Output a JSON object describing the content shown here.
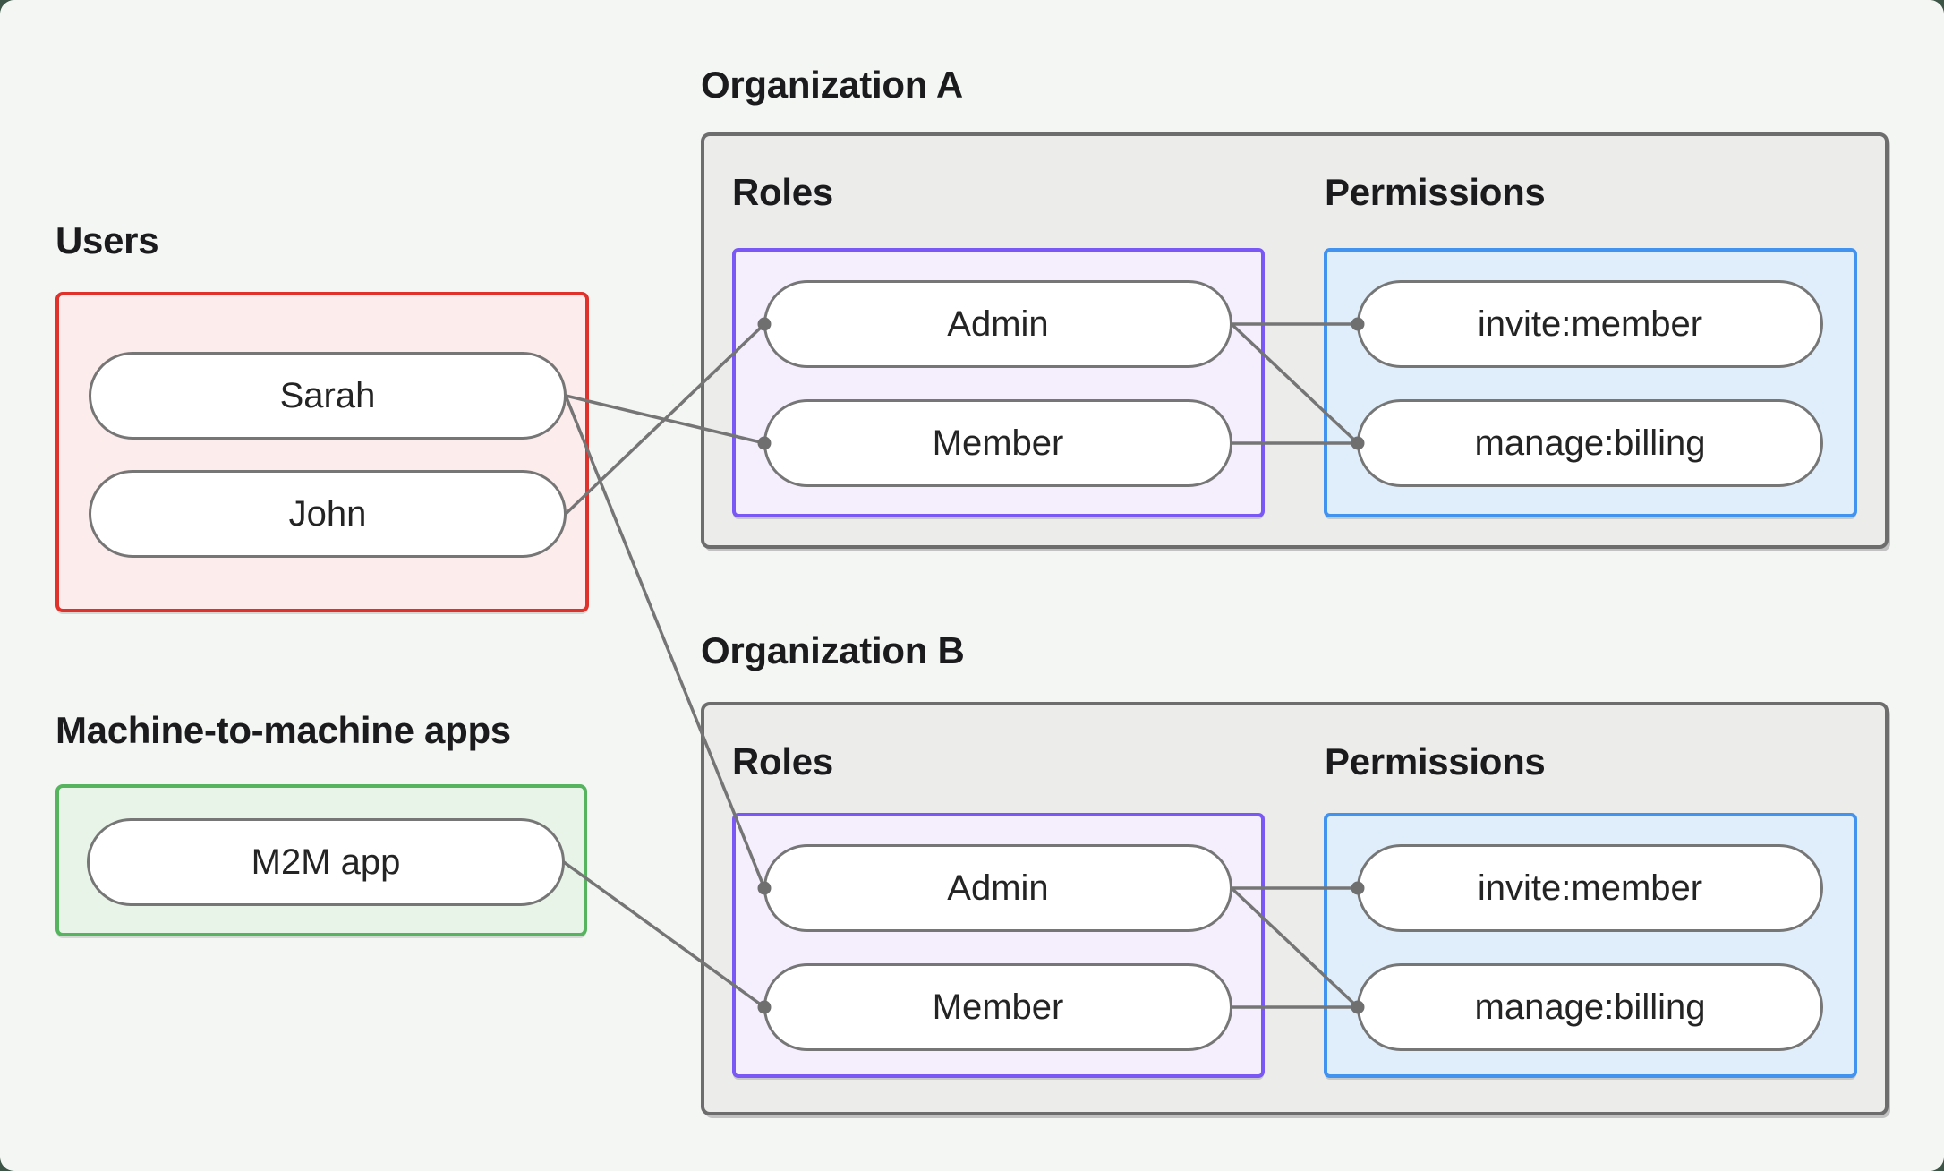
{
  "colors": {
    "page_background": "#3c5546",
    "panel_background": "#f4f6f4",
    "heading_text": "#1b1b1d",
    "pill_text": "#242424",
    "pill_border": "#767676",
    "connector": "#757575",
    "users_border": "#e0312a",
    "users_fill": "#fceceb",
    "m2m_border": "#56b45f",
    "m2m_fill": "#e9f4e9",
    "org_border": "#6d6d6d",
    "org_fill": "#ececeb",
    "roles_border": "#7a58f6",
    "roles_fill": "#f4eefd",
    "permissions_border": "#4292f0",
    "permissions_fill": "#e0eefb"
  },
  "users_group": {
    "title": "Users",
    "items": [
      {
        "id": "sarah",
        "label": "Sarah"
      },
      {
        "id": "john",
        "label": "John"
      }
    ]
  },
  "m2m_group": {
    "title": "Machine-to-machine apps",
    "items": [
      {
        "id": "m2m",
        "label": "M2M app"
      }
    ]
  },
  "org_a": {
    "title": "Organization A",
    "roles_label": "Roles",
    "permissions_label": "Permissions",
    "roles": [
      {
        "id": "a-admin",
        "label": "Admin"
      },
      {
        "id": "a-member",
        "label": "Member"
      }
    ],
    "permissions": [
      {
        "id": "a-invite",
        "label": "invite:member"
      },
      {
        "id": "a-manage",
        "label": "manage:billing"
      }
    ]
  },
  "org_b": {
    "title": "Organization B",
    "roles_label": "Roles",
    "permissions_label": "Permissions",
    "roles": [
      {
        "id": "b-admin",
        "label": "Admin"
      },
      {
        "id": "b-member",
        "label": "Member"
      }
    ],
    "permissions": [
      {
        "id": "b-invite",
        "label": "invite:member"
      },
      {
        "id": "b-manage",
        "label": "manage:billing"
      }
    ]
  },
  "edges": [
    {
      "from": "sarah",
      "to": "a-member"
    },
    {
      "from": "john",
      "to": "a-admin"
    },
    {
      "from": "sarah",
      "to": "b-admin"
    },
    {
      "from": "m2m",
      "to": "b-member"
    },
    {
      "from": "a-admin",
      "to": "a-invite"
    },
    {
      "from": "a-admin",
      "to": "a-manage"
    },
    {
      "from": "a-member",
      "to": "a-manage"
    },
    {
      "from": "b-admin",
      "to": "b-invite"
    },
    {
      "from": "b-admin",
      "to": "b-manage"
    },
    {
      "from": "b-member",
      "to": "b-manage"
    }
  ]
}
